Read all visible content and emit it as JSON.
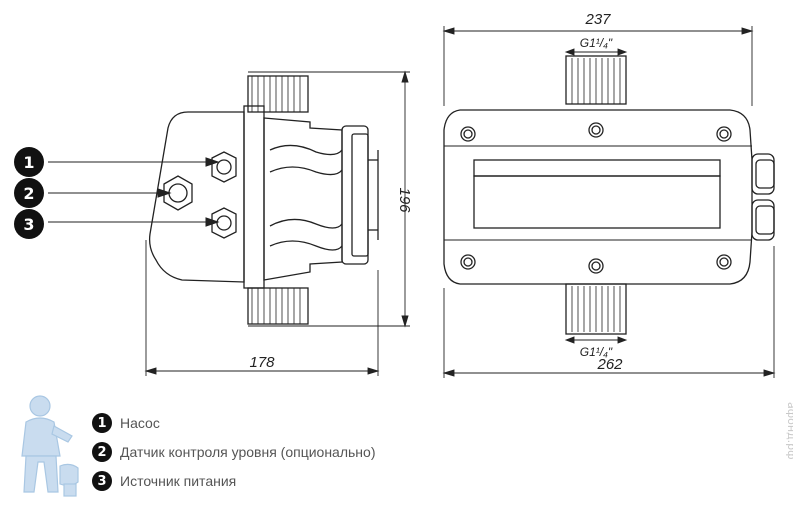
{
  "dimensions": {
    "width_top": "237",
    "width_bottom": "262",
    "side_width": "178",
    "height": "196",
    "thread_top": "G1¹/₄\"",
    "thread_bottom": "G1¹/₄\""
  },
  "markers": [
    "1",
    "2",
    "3"
  ],
  "legend": [
    {
      "num": "1",
      "label": "Насос"
    },
    {
      "num": "2",
      "label": "Датчик контроля уровня (опционально)"
    },
    {
      "num": "3",
      "label": "Источник питания"
    }
  ],
  "watermark": "афонд.рф",
  "colors": {
    "line": "#222222",
    "marker": "#111111",
    "mascot": "#a9c7e3",
    "text": "#555555"
  }
}
